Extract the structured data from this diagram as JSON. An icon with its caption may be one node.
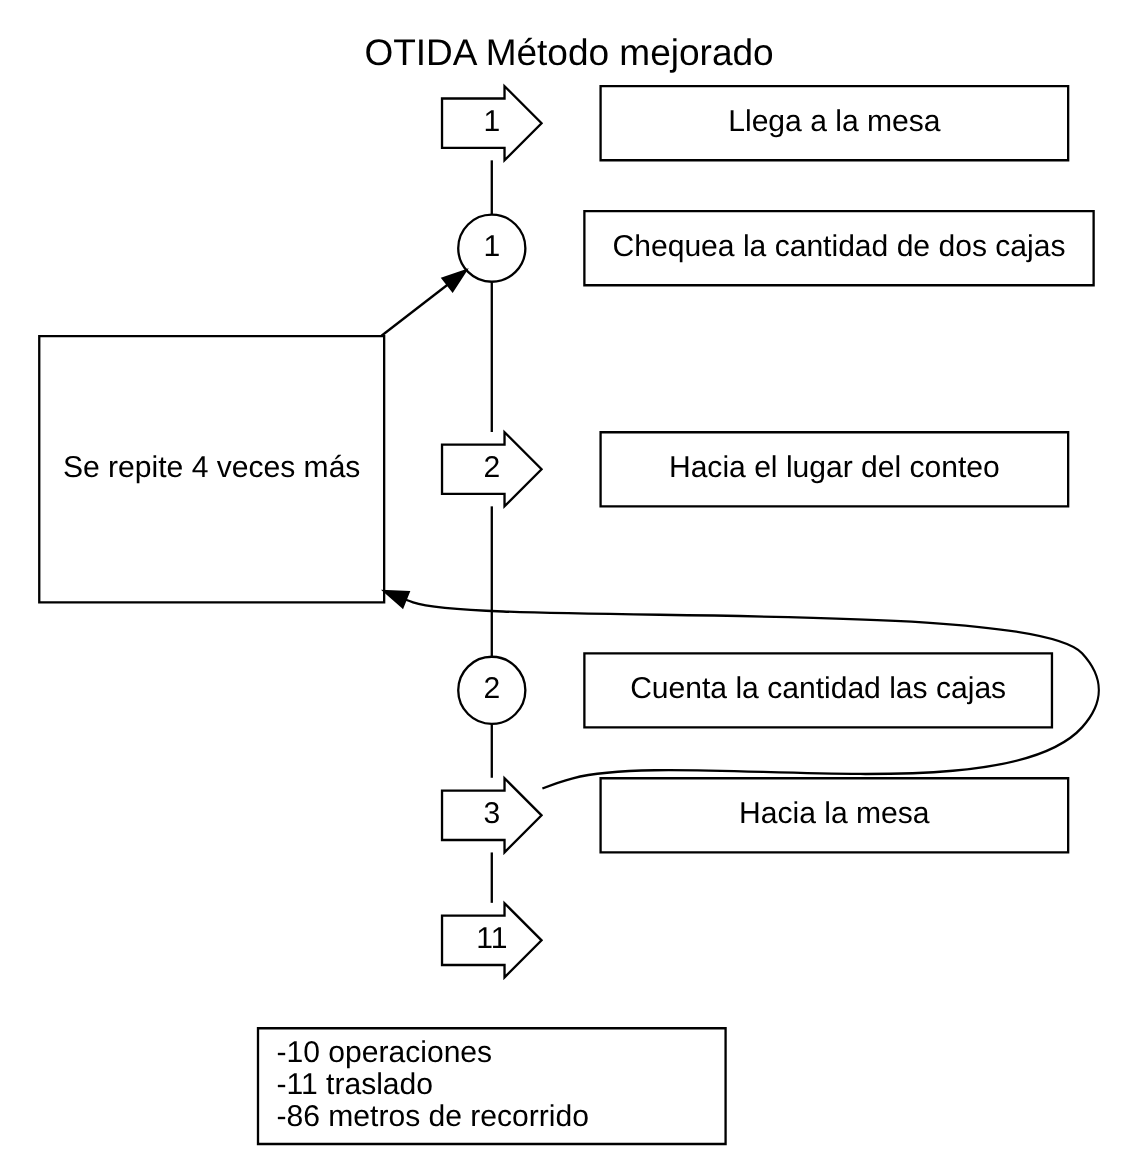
{
  "diagram": {
    "title": "OTIDA Método mejorado",
    "nodes": [
      {
        "text": [
          "1"
        ]
      },
      {
        "text": [
          "Llega a la mesa"
        ]
      },
      {
        "text": [
          "1"
        ]
      },
      {
        "text": [
          "Chequea la cantidad de dos cajas"
        ]
      },
      {
        "text": [
          "2"
        ]
      },
      {
        "text": [
          "Hacia el lugar del conteo"
        ]
      },
      {
        "text": [
          "2"
        ]
      },
      {
        "text": [
          "Cuenta la cantidad las cajas"
        ]
      },
      {
        "text": [
          "3"
        ]
      },
      {
        "text": [
          "Hacia la mesa"
        ]
      },
      {
        "text": [
          "11"
        ]
      },
      {
        "text": [
          "-10 operaciones",
          "-11 traslado",
          "-86 metros de recorrido"
        ]
      },
      {
        "text": [
          "Se repite 4 veces más"
        ]
      }
    ],
    "edges": [
      {
        "from": 0,
        "to": 2,
        "arrow": "none"
      },
      {
        "from": 2,
        "to": 4,
        "arrow": "none"
      },
      {
        "from": 4,
        "to": 6,
        "arrow": "none"
      },
      {
        "from": 6,
        "to": 8,
        "arrow": "none"
      },
      {
        "from": 8,
        "to": 10,
        "arrow": "none"
      },
      {
        "from": 8,
        "to": 12,
        "arrow": "to"
      },
      {
        "from": 12,
        "to": 2,
        "arrow": "to"
      }
    ]
  }
}
